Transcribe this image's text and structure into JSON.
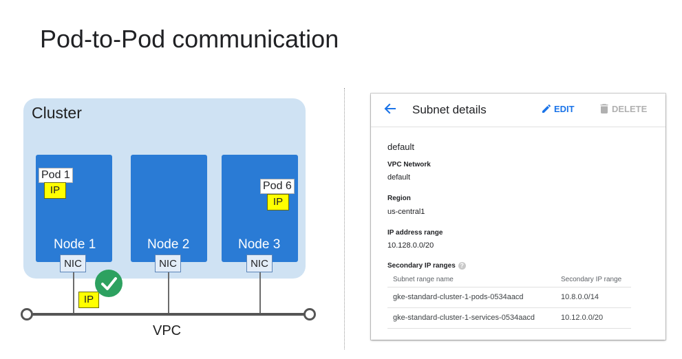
{
  "title": "Pod-to-Pod communication",
  "diagram": {
    "cluster_label": "Cluster",
    "nodes": [
      {
        "label": "Node 1",
        "nic": "NIC"
      },
      {
        "label": "Node 2",
        "nic": "NIC"
      },
      {
        "label": "Node 3",
        "nic": "NIC"
      }
    ],
    "pods": [
      {
        "label": "Pod 1",
        "ip": "IP"
      },
      {
        "label": "Pod 6",
        "ip": "IP"
      }
    ],
    "nic_ip": "IP",
    "vpc_label": "VPC"
  },
  "panel": {
    "title": "Subnet details",
    "edit_label": "EDIT",
    "delete_label": "DELETE",
    "subnet_name": "default",
    "vpc_network_label": "VPC Network",
    "vpc_network_value": "default",
    "region_label": "Region",
    "region_value": "us-central1",
    "ip_range_label": "IP address range",
    "ip_range_value": "10.128.0.0/20",
    "secondary_label": "Secondary IP ranges",
    "col_name": "Subnet range name",
    "col_range": "Secondary IP range",
    "rows": [
      {
        "name": "gke-standard-cluster-1-pods-0534aacd",
        "range": "10.8.0.0/14"
      },
      {
        "name": "gke-standard-cluster-1-services-0534aacd",
        "range": "10.12.0.0/20"
      }
    ]
  },
  "colors": {
    "node_blue": "#2a7bd5",
    "cluster_bg": "#cfe2f3",
    "ip_yellow": "#ffff00",
    "check_green": "#2da160",
    "link_blue": "#1a73e8"
  },
  "icons": [
    "back-arrow-icon",
    "pencil-icon",
    "trash-icon",
    "help-icon",
    "checkmark-icon"
  ]
}
